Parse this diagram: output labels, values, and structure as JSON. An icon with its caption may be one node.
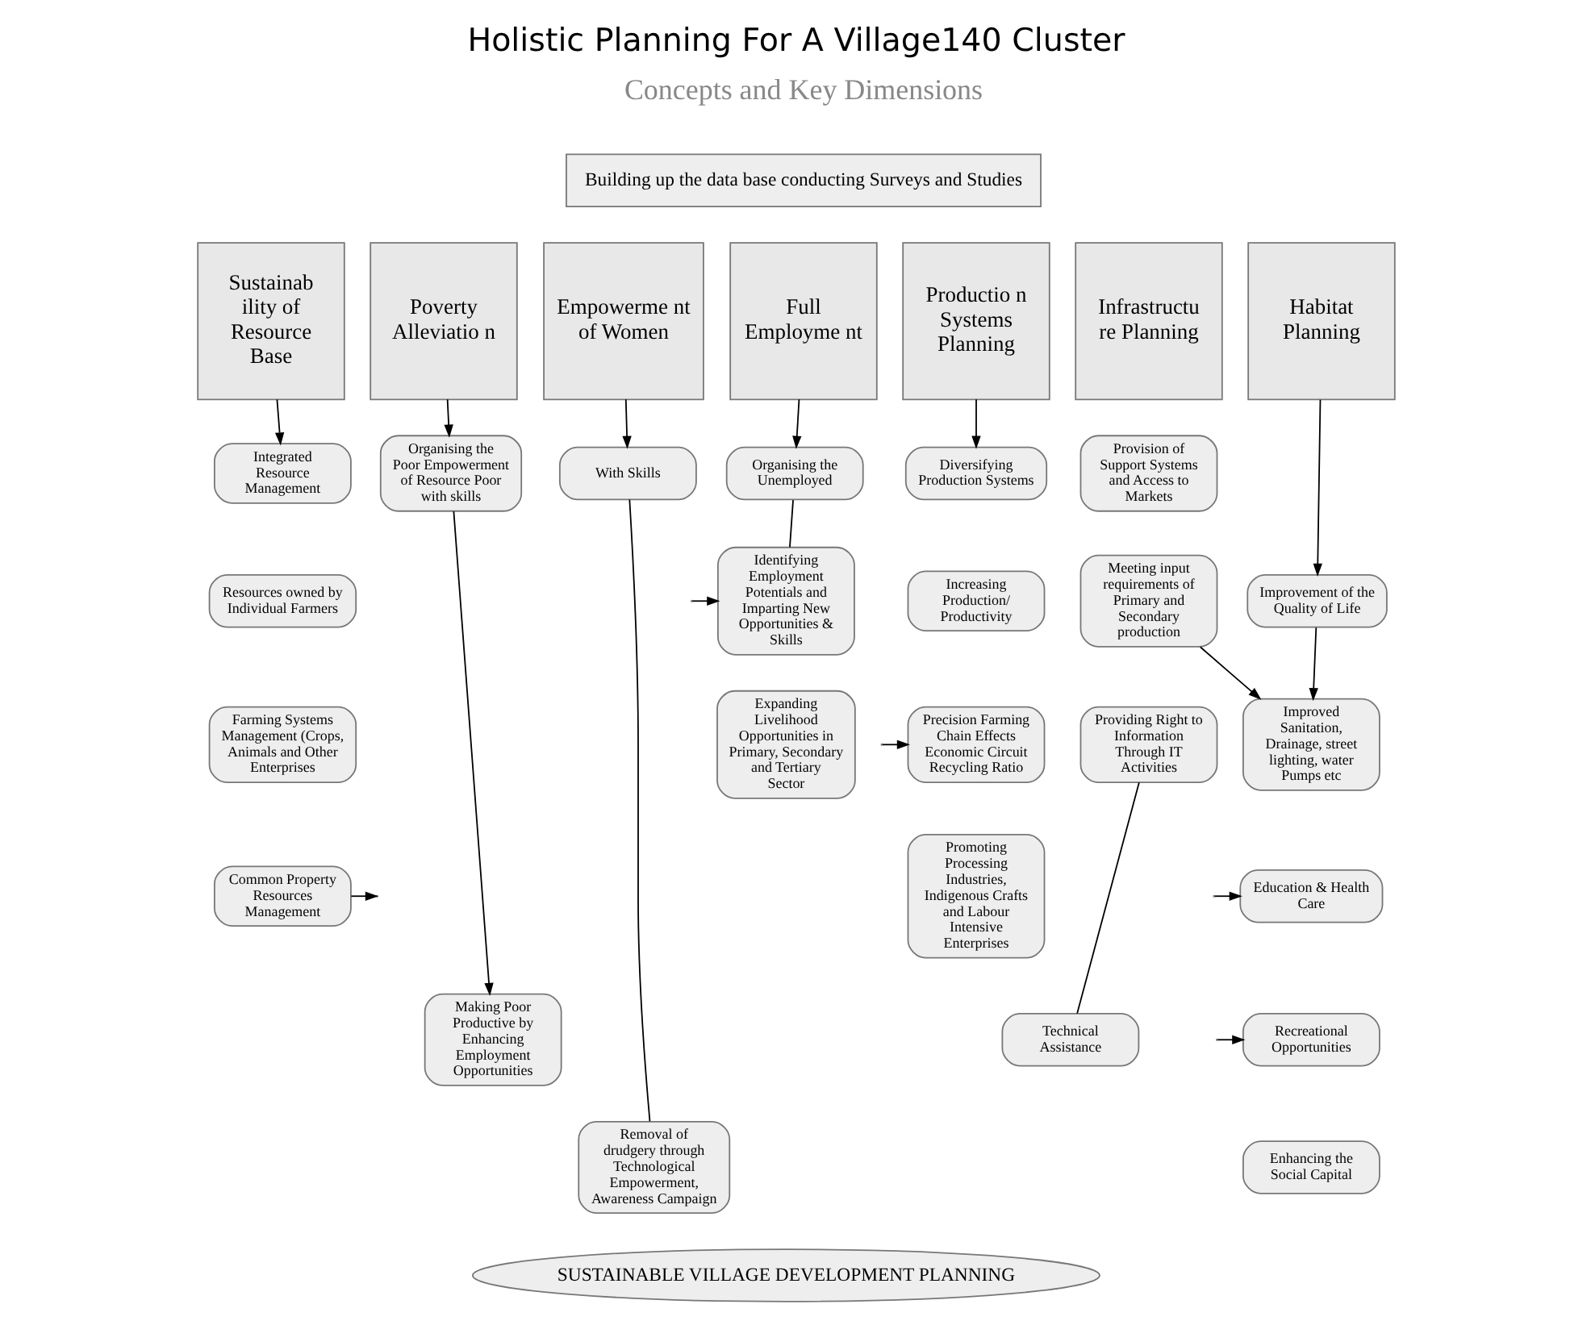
{
  "diagram": {
    "title": "Holistic Planning For A Village140 Cluster",
    "nodes": [
      {
        "text": [
          "Building up the data base conducting Surveys and Studies"
        ]
      },
      {
        "text": [
          "Sustainab ility of Resource Base"
        ]
      },
      {
        "text": [
          "Poverty Alleviatio n"
        ]
      },
      {
        "text": [
          "Empowerme nt of Women"
        ]
      },
      {
        "text": [
          "Full Employme nt"
        ]
      },
      {
        "text": [
          "Productio n Systems Planning"
        ]
      },
      {
        "text": [
          "Infrastructu re Planning"
        ]
      },
      {
        "text": [
          "Habitat Planning"
        ]
      },
      {
        "text": [
          "Integrated Resource Management"
        ]
      },
      {
        "text": [
          "Resources owned by Individual Farmers"
        ]
      },
      {
        "text": [
          "Farming Systems Management (Crops, Animals and Other Enterprises"
        ]
      },
      {
        "text": [
          "Common Property Resources Management"
        ]
      },
      {
        "text": [
          "Organising the Poor Empowerment of Resource Poor with skills"
        ]
      },
      {
        "text": [
          "Making Poor Productive by Enhancing Employment Opportunities"
        ]
      },
      {
        "text": [
          "With Skills"
        ]
      },
      {
        "text": [
          "Removal of drudgery through Technological Empowerment, Awareness Campaign"
        ]
      },
      {
        "text": [
          "Organising the Unemployed"
        ]
      },
      {
        "text": [
          "Identifying Employment Potentials and Imparting New Opportunities & Skills"
        ]
      },
      {
        "text": [
          "Expanding Livelihood Opportunities in Primary, Secondary and Tertiary Sector"
        ]
      },
      {
        "text": [
          "Diversifying Production Systems"
        ]
      },
      {
        "text": [
          "Increasing Production/ Productivity"
        ]
      },
      {
        "text": [
          "Precision Farming Chain Effects Economic Circuit Recycling Ratio"
        ]
      },
      {
        "text": [
          "Promoting Processing Industries, Indigenous Crafts and Labour Intensive Enterprises"
        ]
      },
      {
        "text": [
          "Provision of Support Systems and Access to Markets"
        ]
      },
      {
        "text": [
          "Meeting input requirements of Primary and Secondary production"
        ]
      },
      {
        "text": [
          "Providing Right to Information Through IT Activities"
        ]
      },
      {
        "text": [
          "Technical Assistance"
        ]
      },
      {
        "text": [
          "Improvement of the Quality of Life"
        ]
      },
      {
        "text": [
          "Improved Sanitation, Drainage, street lighting, water Pumps etc"
        ]
      },
      {
        "text": [
          "Education & Health Care"
        ]
      },
      {
        "text": [
          "Recreational Opportunities"
        ]
      },
      {
        "text": [
          "Enhancing the Social Capital"
        ]
      },
      {
        "text": [
          "SUSTAINABLE VILLAGE DEVELOPMENT PLANNING"
        ]
      }
    ],
    "edges": [
      {
        "from": 1,
        "to": 8,
        "arrow": "to"
      },
      {
        "from": 2,
        "to": 12,
        "arrow": "to"
      },
      {
        "from": 3,
        "to": 14,
        "arrow": "to"
      },
      {
        "from": 4,
        "to": 16,
        "arrow": "to"
      },
      {
        "from": 5,
        "to": 19,
        "arrow": "to"
      },
      {
        "from": 12,
        "to": 13,
        "arrow": "to"
      },
      {
        "from": 14,
        "to": 15,
        "arrow": "none"
      },
      {
        "from": 16,
        "to": 17,
        "arrow": "none"
      },
      {
        "from": 7,
        "to": 27,
        "arrow": "to"
      },
      {
        "from": 27,
        "to": 28,
        "arrow": "to"
      },
      {
        "from": 24,
        "to": 28,
        "arrow": "to"
      },
      {
        "from": 25,
        "to": 26,
        "arrow": "none"
      },
      {
        "from": null,
        "to": 17,
        "arrow": "to"
      },
      {
        "from": null,
        "to": 21,
        "arrow": "to"
      },
      {
        "from": null,
        "to": 29,
        "arrow": "to"
      },
      {
        "from": null,
        "to": 30,
        "arrow": "to"
      },
      {
        "from": 11,
        "to": null,
        "arrow": "to"
      }
    ],
    "labels": [
      "Concepts and Key Dimensions"
    ]
  }
}
